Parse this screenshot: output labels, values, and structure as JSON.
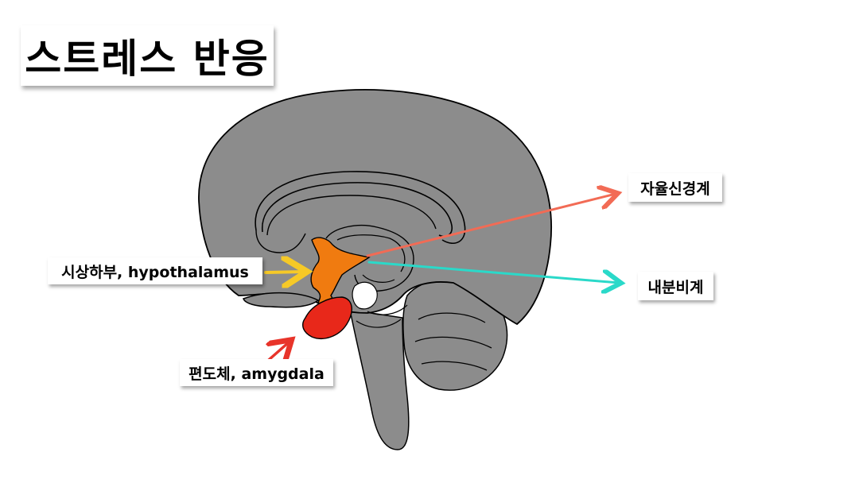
{
  "title": "스트레스 반응",
  "labels": {
    "hypothalamus": "시상하부, hypothalamus",
    "amygdala": "편도체, amygdala",
    "autonomic": "자율신경계",
    "endocrine": "내분비계"
  },
  "colors": {
    "brain": "#8c8c8c",
    "hypothalamus": "#f07b10",
    "amygdala": "#e8281a",
    "arrow_hypothalamus": "#f6c927",
    "arrow_amygdala": "#e8342a",
    "arrow_autonomic": "#f26b55",
    "arrow_endocrine": "#2ad9c9"
  },
  "icons": {
    "brain": "brain-sagittal-icon"
  }
}
